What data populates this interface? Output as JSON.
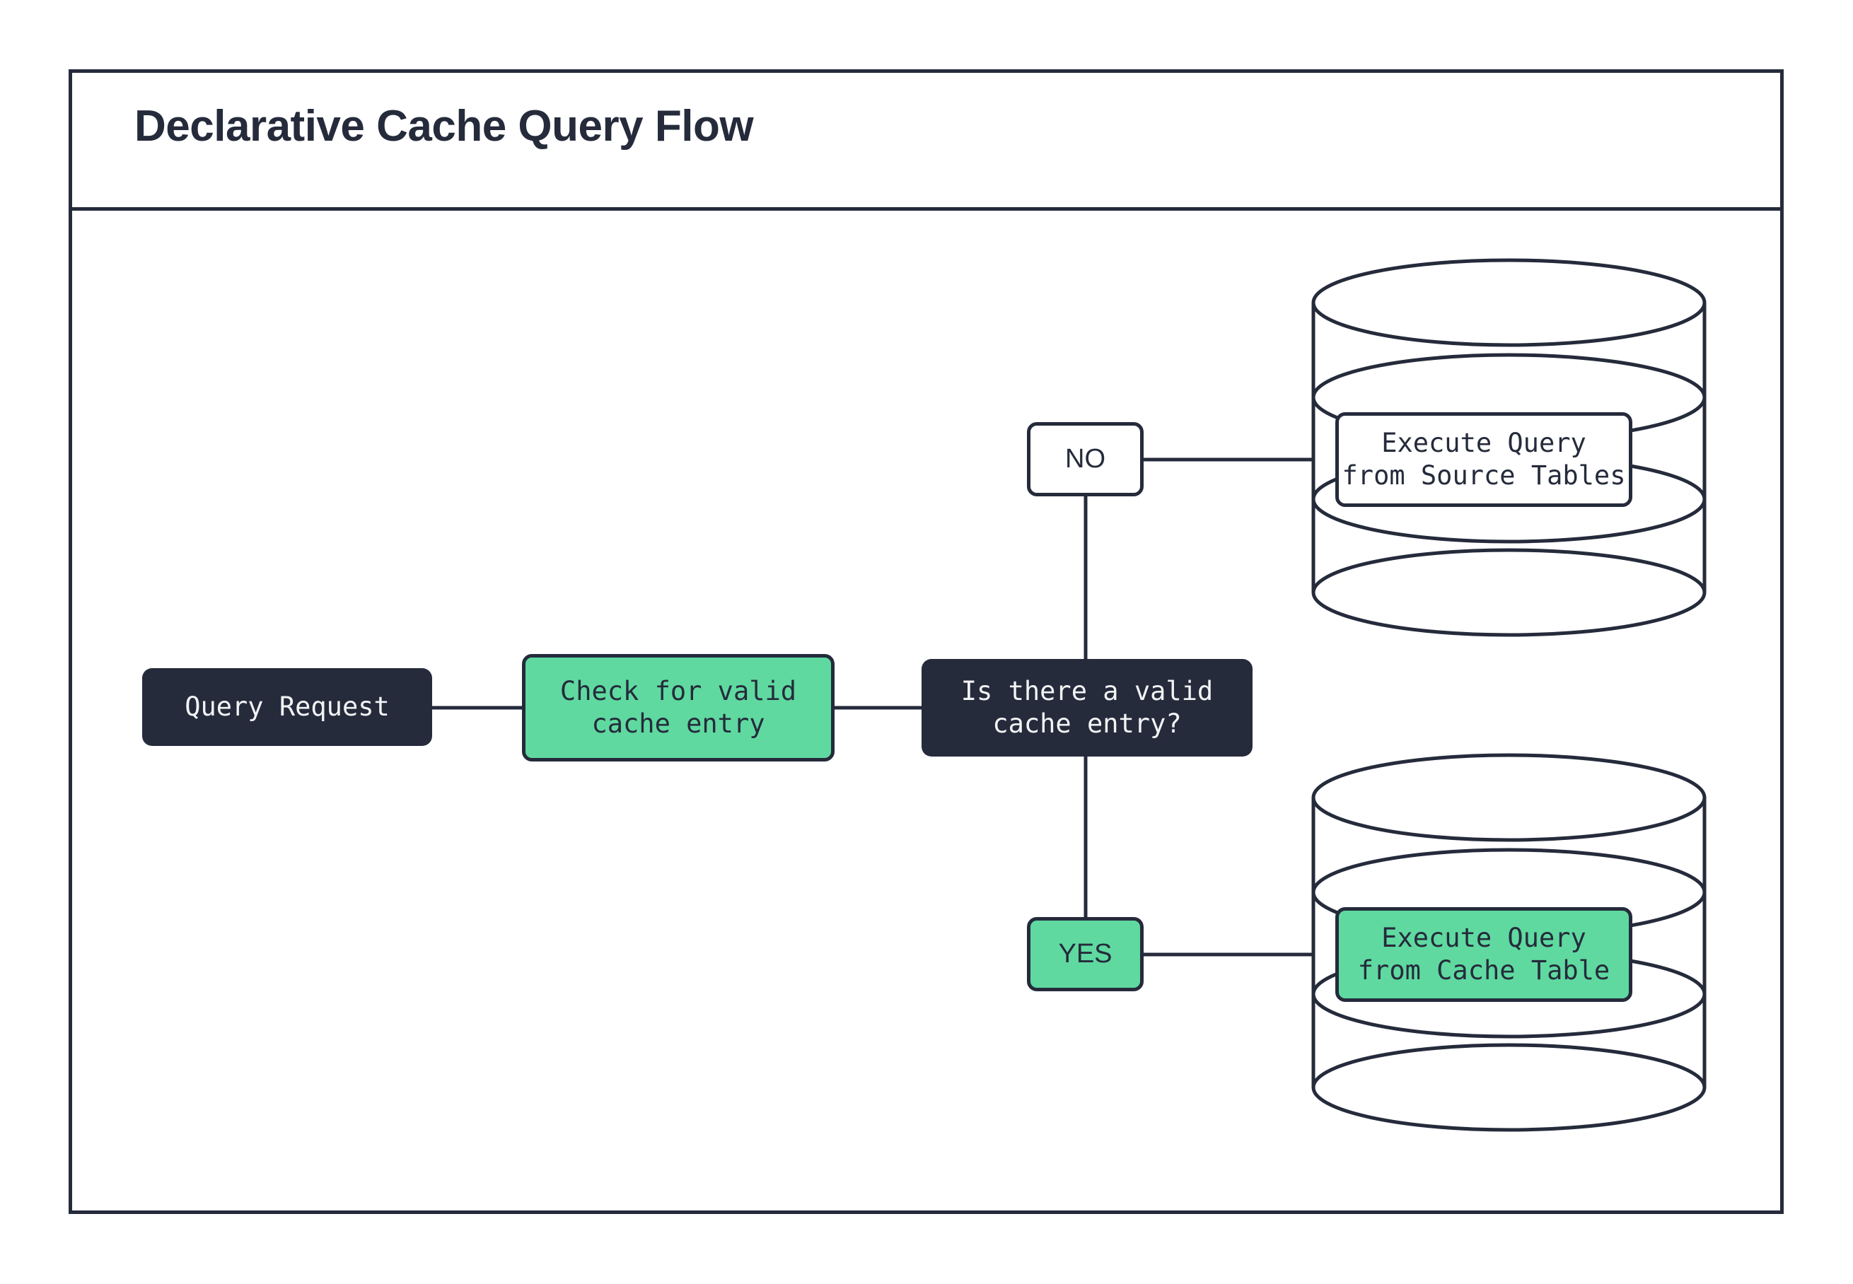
{
  "title": "Declarative Cache Query Flow",
  "colors": {
    "ink": "#252B3B",
    "green": "#5FD9A0",
    "white": "#FFFFFF"
  },
  "nodes": {
    "query_request": "Query Request",
    "check_cache": "Check for valid\ncache entry",
    "decision": "Is there a valid\ncache entry?",
    "source_db_label": "Execute Query\nfrom Source Tables",
    "cache_db_label": "Execute Query\nfrom Cache Table"
  },
  "branches": {
    "no": "NO",
    "yes": "YES"
  },
  "edges": [
    {
      "from": "query_request",
      "to": "check_cache"
    },
    {
      "from": "check_cache",
      "to": "decision"
    },
    {
      "from": "decision",
      "to": "no"
    },
    {
      "from": "no",
      "to": "source_database"
    },
    {
      "from": "decision",
      "to": "yes"
    },
    {
      "from": "yes",
      "to": "cache_database"
    }
  ]
}
